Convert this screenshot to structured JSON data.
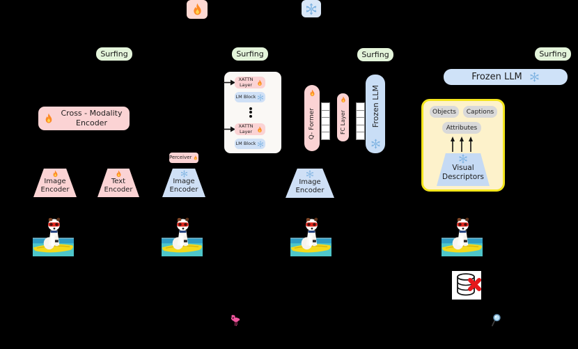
{
  "diagram": {
    "output_label": "Surfing",
    "panel_a": {
      "cross_modality_encoder": "Cross - Modality Encoder",
      "image_encoder": "Image Encoder",
      "text_encoder": "Text Encoder"
    },
    "panel_b": {
      "perceiver": "Perceiver",
      "xattn_layer": "XATTN Layer",
      "lm_block": "LM Block",
      "image_encoder": "Image Encoder"
    },
    "panel_c": {
      "q_former": "Q- Former",
      "fc_layer": "FC Layer",
      "frozen_llm": "Frozen LLM",
      "image_encoder": "Image Encoder"
    },
    "panel_d": {
      "frozen_llm": "Frozen LLM",
      "tags": [
        "Objects",
        "Captions",
        "Attributes"
      ],
      "visual_descriptors": "Visual Descriptors"
    },
    "icons": {
      "trainable": "fire-icon",
      "frozen": "snowflake-icon",
      "flamingo": "flamingo-icon",
      "search": "magnifying-glass-icon",
      "no_data": "database-crossed-icon"
    },
    "colors": {
      "background": "#000000",
      "trainable_pink": "#fbd3d4",
      "frozen_blue": "#cfe0f6",
      "output_green": "#e3f4da",
      "card_white": "#faf8f5",
      "tag_gray": "#d9d9d9",
      "highlight_yellow_fill": "#fdf2cb",
      "highlight_yellow_border": "#f3e51c"
    }
  }
}
